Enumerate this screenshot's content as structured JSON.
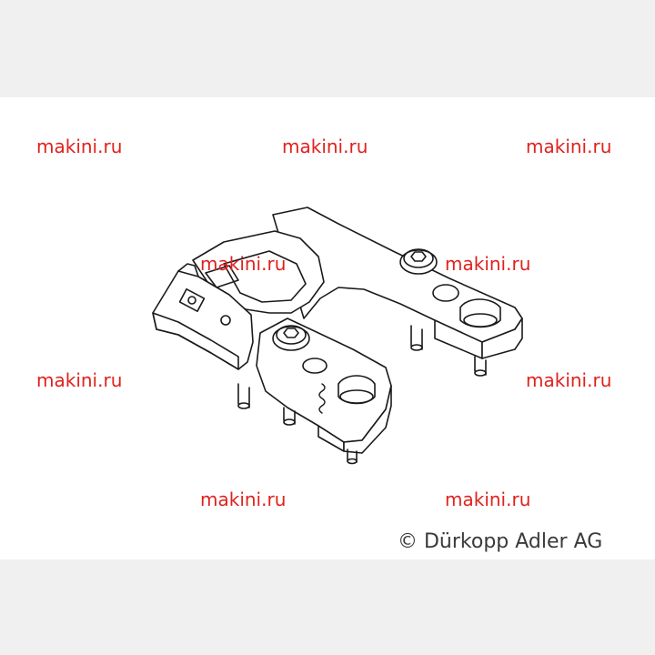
{
  "watermarks": [
    "makini.ru",
    "makini.ru",
    "makini.ru",
    "makini.ru",
    "makini.ru",
    "makini.ru",
    "makini.ru",
    "makini.ru",
    "makini.ru"
  ],
  "copyright": "© Dürkopp Adler AG",
  "colors": {
    "watermark": "#e0211d",
    "band": "#f0f0f0",
    "line": "#1a1a1a"
  }
}
